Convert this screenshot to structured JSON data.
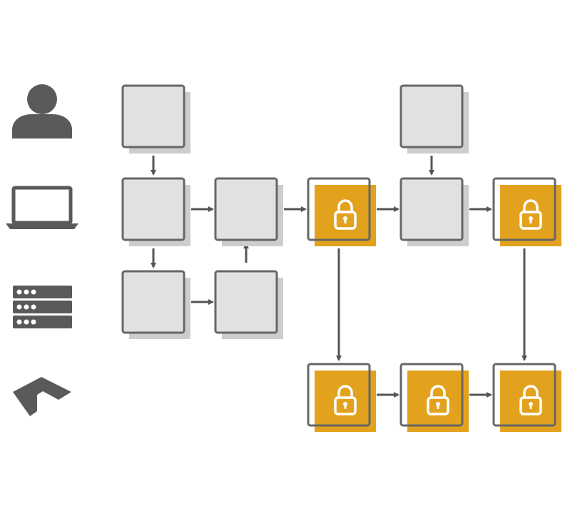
{
  "colors": {
    "background": "#ffffff",
    "box_fill": "#e1e1e4",
    "box_border": "#666666",
    "shadow": "#cdcdcd",
    "locked_fill": "#e3a21e",
    "lock_icon": "#ffffff",
    "arrow": "#555555",
    "row_icon": "#5a5a5a"
  },
  "row_icons": [
    {
      "name": "user-icon"
    },
    {
      "name": "laptop-icon"
    },
    {
      "name": "server-icon"
    },
    {
      "name": "network-node-icon"
    }
  ],
  "nodes": [
    {
      "id": "a1",
      "kind": "plain"
    },
    {
      "id": "b1",
      "kind": "plain"
    },
    {
      "id": "b2",
      "kind": "plain"
    },
    {
      "id": "b3",
      "kind": "locked"
    },
    {
      "id": "a4",
      "kind": "plain"
    },
    {
      "id": "b4",
      "kind": "plain"
    },
    {
      "id": "b5",
      "kind": "locked"
    },
    {
      "id": "c1",
      "kind": "plain"
    },
    {
      "id": "c2",
      "kind": "plain"
    },
    {
      "id": "d3",
      "kind": "locked"
    },
    {
      "id": "d4",
      "kind": "locked"
    },
    {
      "id": "d5",
      "kind": "locked"
    }
  ],
  "edges": [
    {
      "from": "a1",
      "to": "b1"
    },
    {
      "from": "b1",
      "to": "b2"
    },
    {
      "from": "b1",
      "to": "c1"
    },
    {
      "from": "c1",
      "to": "c2"
    },
    {
      "from": "c2",
      "to": "b2"
    },
    {
      "from": "b2",
      "to": "b3"
    },
    {
      "from": "b3",
      "to": "b4"
    },
    {
      "from": "a4",
      "to": "b4"
    },
    {
      "from": "b4",
      "to": "b5"
    },
    {
      "from": "b3",
      "to": "d3"
    },
    {
      "from": "b5",
      "to": "d5"
    },
    {
      "from": "d3",
      "to": "d4"
    },
    {
      "from": "d4",
      "to": "d5"
    }
  ]
}
